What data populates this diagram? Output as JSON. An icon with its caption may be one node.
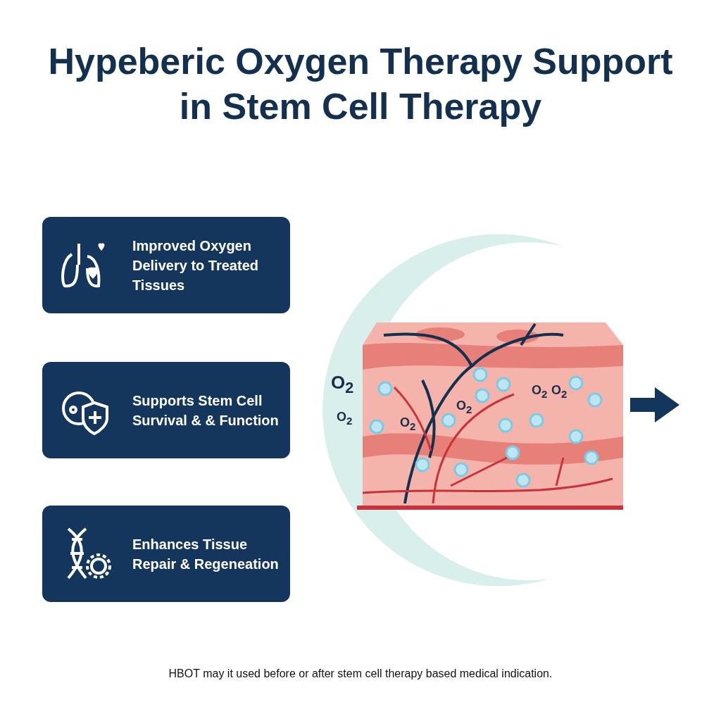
{
  "diagram": {
    "title": "Hypeberic Oxygen Therapy Support in Stem Cell Therapy",
    "caption": "HBOT may it used before or after stem cell therapy based medical indication.",
    "nodes": [
      {
        "text": [
          "Improved Oxygen Delivery to Treated Tissues"
        ]
      },
      {
        "text": [
          "Supports Stem Cell Survival & & Function"
        ]
      },
      {
        "text": [
          "Enhances Tissue Repair & Regeneation"
        ]
      }
    ],
    "edges": [],
    "labels": [
      "O$_{2}$",
      "O$_{2}$",
      "O$_{2}$",
      "O$_{2}$",
      "O$_{2}$",
      "O$_{2}$"
    ]
  }
}
